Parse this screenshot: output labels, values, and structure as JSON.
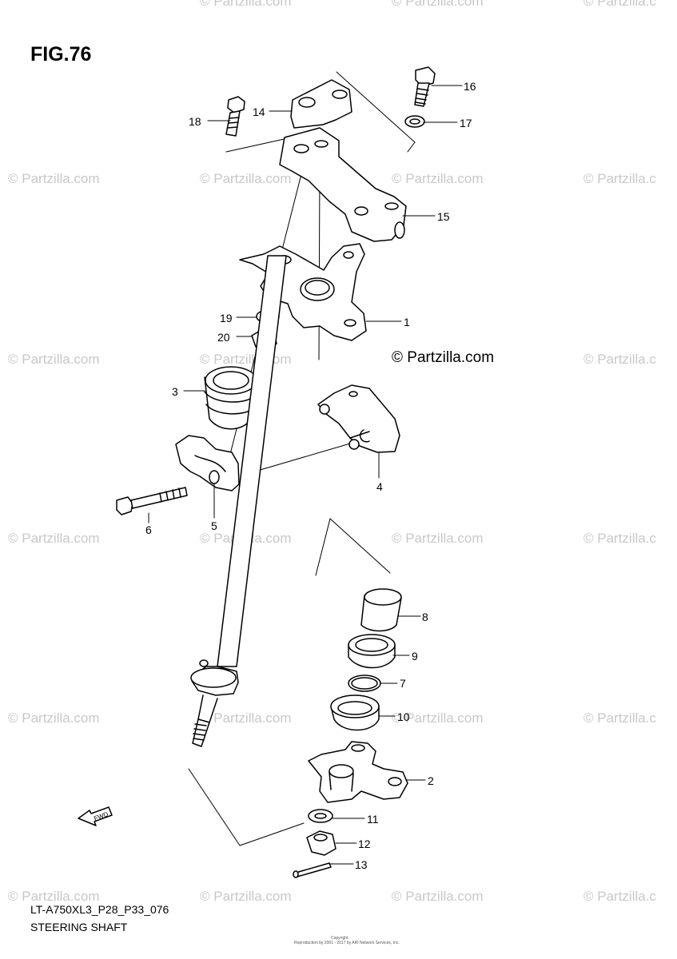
{
  "figure": {
    "title": "FIG.76"
  },
  "copyright": "© Partzilla.com",
  "watermark": "© Partzilla.com",
  "watermarks_clipped": "© Partzilla.c",
  "callouts": [
    {
      "id": "1",
      "label": "1"
    },
    {
      "id": "2",
      "label": "2"
    },
    {
      "id": "3",
      "label": "3"
    },
    {
      "id": "4",
      "label": "4"
    },
    {
      "id": "5",
      "label": "5"
    },
    {
      "id": "6",
      "label": "6"
    },
    {
      "id": "7",
      "label": "7"
    },
    {
      "id": "8",
      "label": "8"
    },
    {
      "id": "9",
      "label": "9"
    },
    {
      "id": "10",
      "label": "10"
    },
    {
      "id": "11",
      "label": "11"
    },
    {
      "id": "12",
      "label": "12"
    },
    {
      "id": "13",
      "label": "13"
    },
    {
      "id": "14",
      "label": "14"
    },
    {
      "id": "15",
      "label": "15"
    },
    {
      "id": "16",
      "label": "16"
    },
    {
      "id": "17",
      "label": "17"
    },
    {
      "id": "18",
      "label": "18"
    },
    {
      "id": "19",
      "label": "19"
    },
    {
      "id": "20",
      "label": "20"
    }
  ],
  "fwd_label": "FWD",
  "footer": {
    "code": "LT-A750XL3_P28_P33_076",
    "name": "STEERING SHAFT"
  },
  "fine_print": {
    "line1": "Copyright",
    "line2": "Reproduction by 2001 - 2017 by ARI Network Services, Inc."
  }
}
